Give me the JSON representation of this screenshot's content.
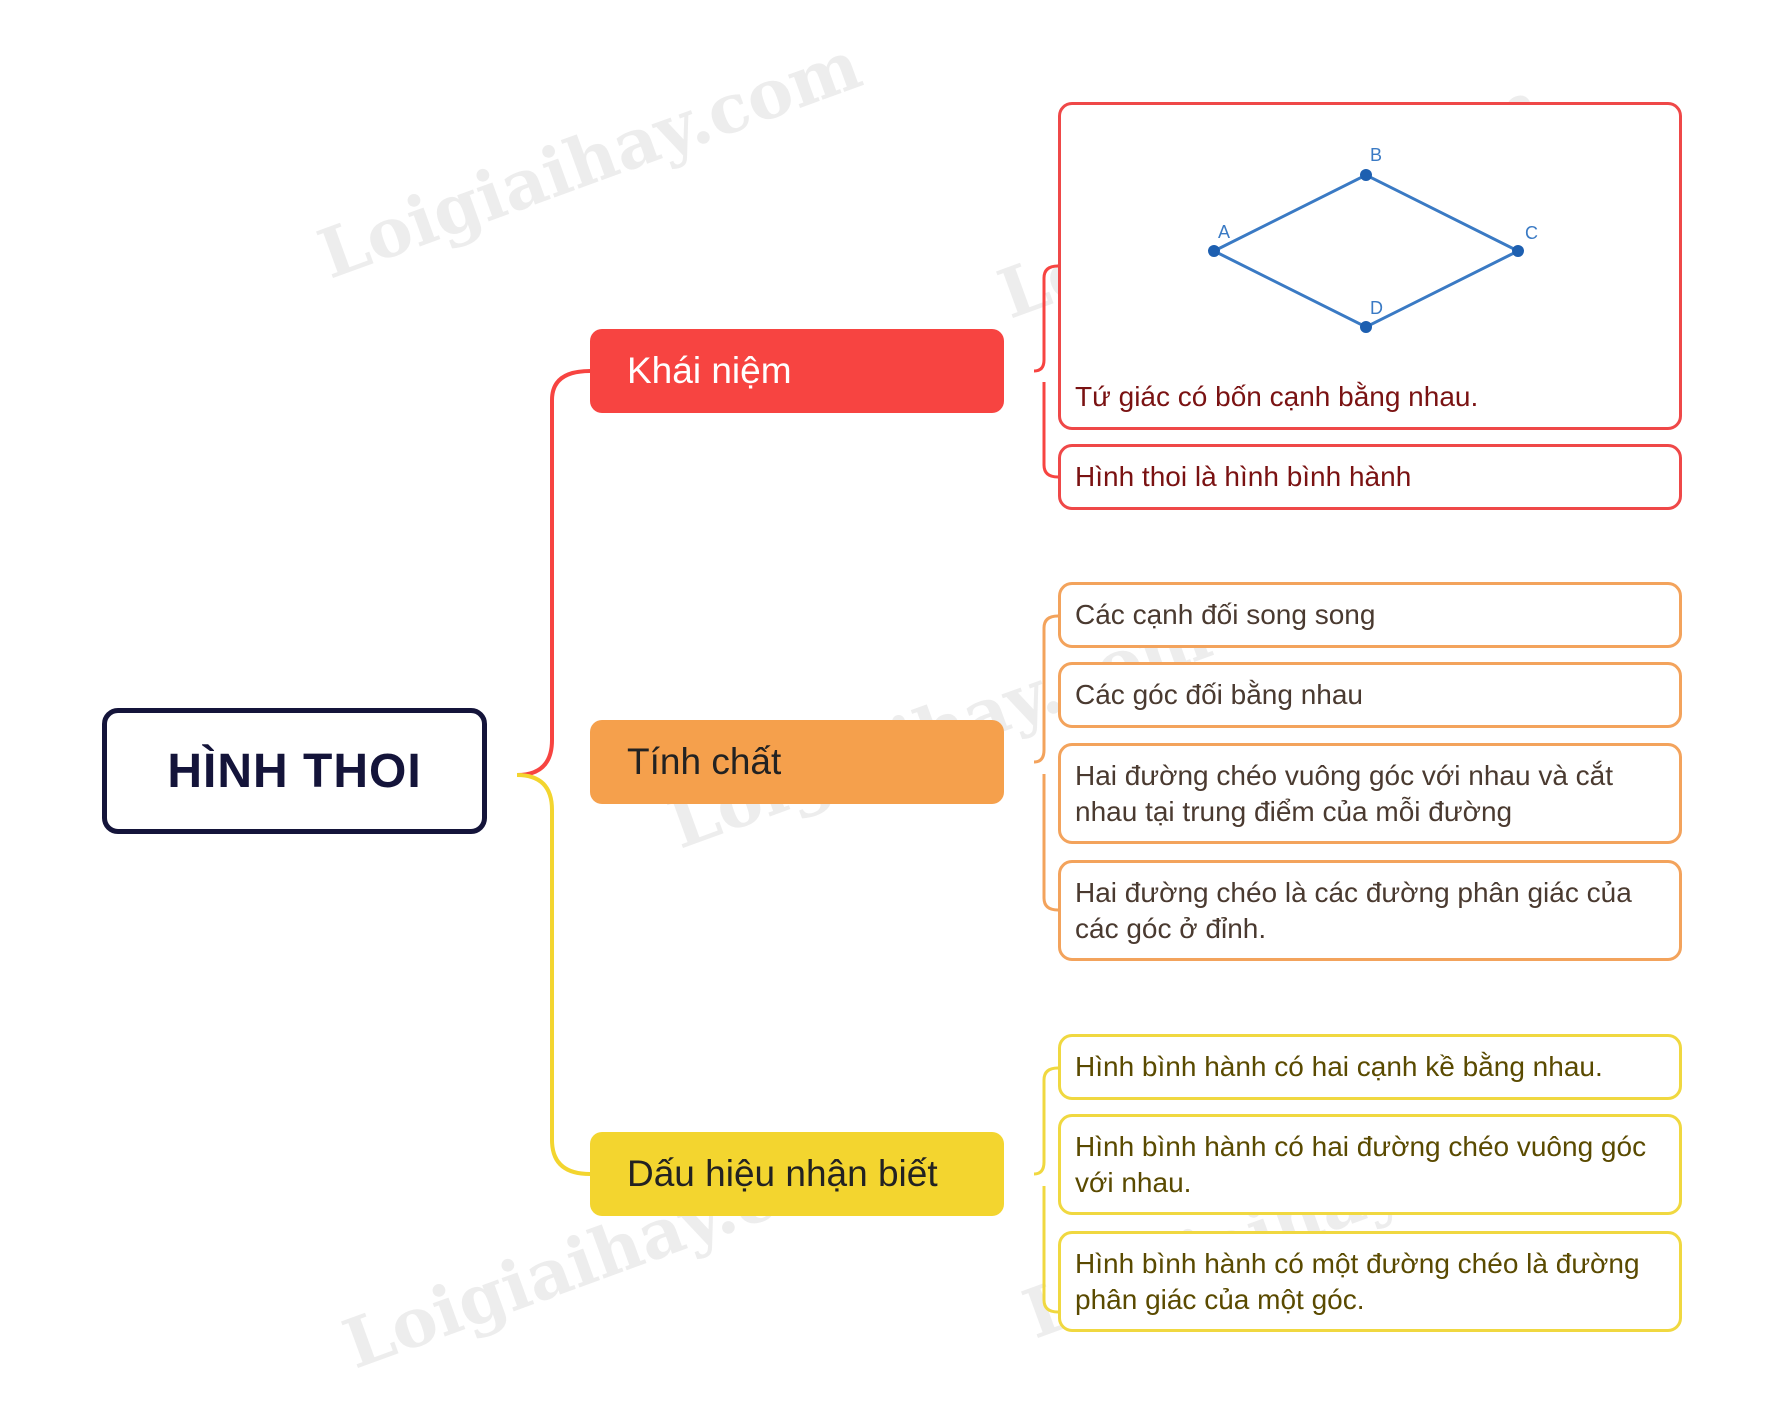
{
  "root": {
    "label": "HÌNH THOI"
  },
  "branches": [
    {
      "label": "Khái niệm",
      "color": "#f74441",
      "figure": {
        "vertices": [
          "A",
          "B",
          "C",
          "D"
        ],
        "line_color": "#3a7ac4"
      },
      "items": [
        "Tứ giác có bốn cạnh bằng nhau.",
        "Hình thoi là hình bình hành"
      ]
    },
    {
      "label": "Tính chất",
      "color": "#f5a04c",
      "items": [
        "Các cạnh đối song song",
        "Các góc đối bằng nhau",
        "Hai đường chéo vuông góc với nhau và cắt nhau tại trung điểm của mỗi đường",
        "Hai đường chéo là các đường phân giác của các góc ở đỉnh."
      ]
    },
    {
      "label": "Dấu hiệu nhận biết",
      "color": "#f3d52f",
      "items": [
        "Hình bình hành có hai cạnh kề bằng nhau.",
        "Hình bình hành có hai đường chéo vuông góc với nhau.",
        "Hình bình hành có một đường chéo là đường phân giác của một góc."
      ]
    }
  ],
  "watermark": "Loigiaihay.com"
}
